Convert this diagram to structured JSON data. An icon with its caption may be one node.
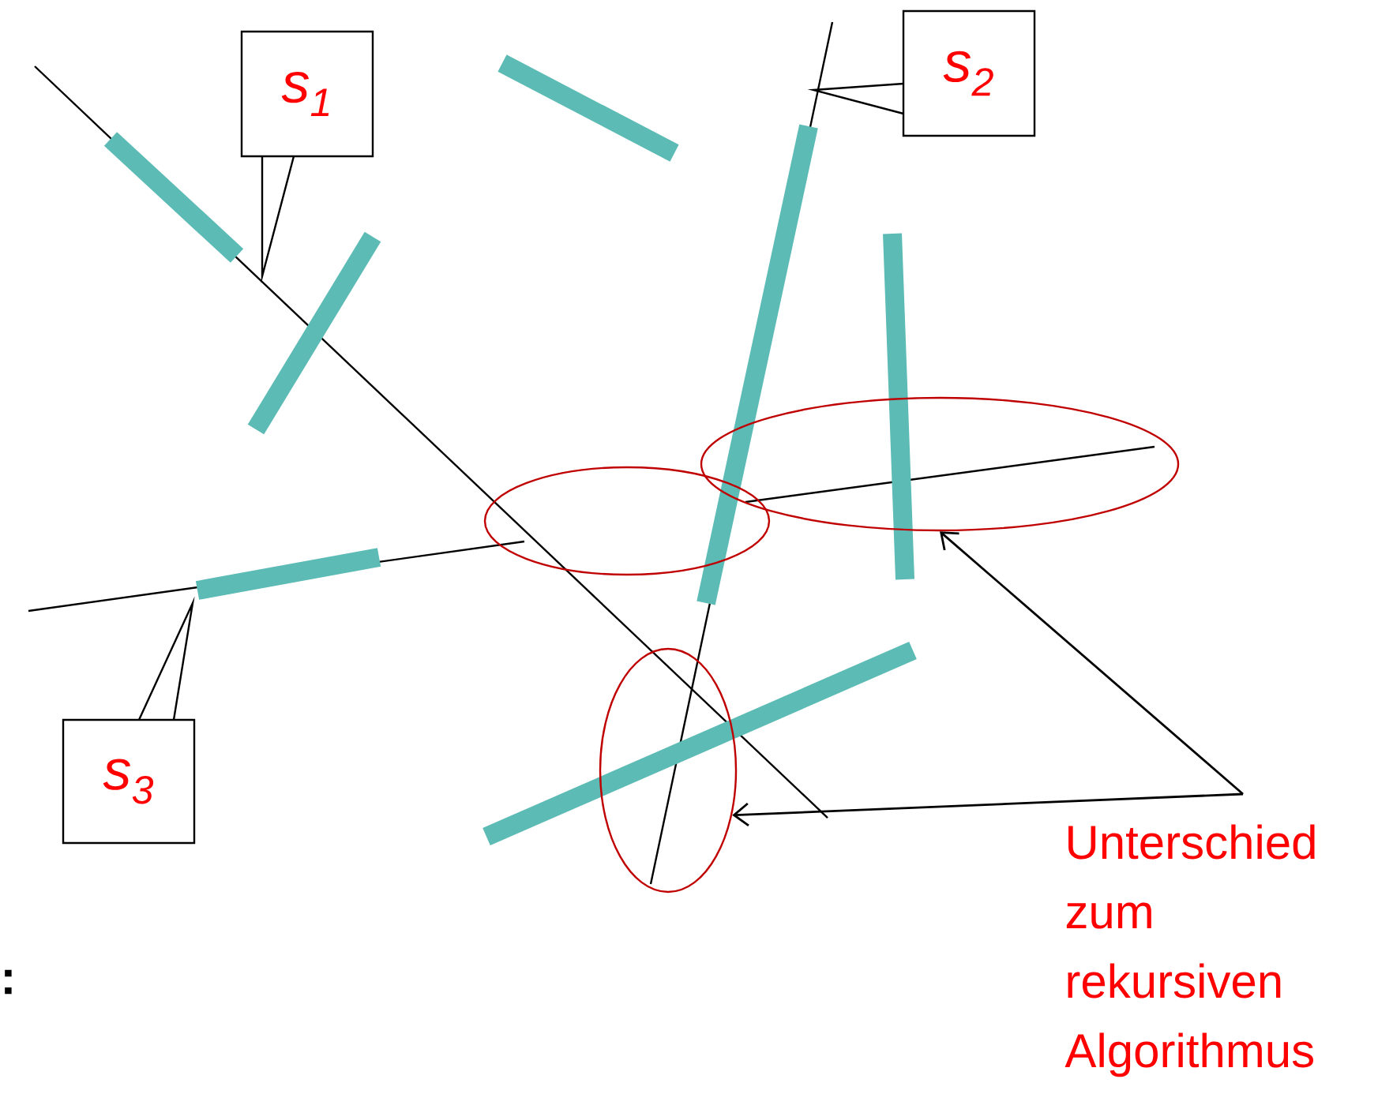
{
  "diagram": {
    "nodes": [
      {
        "text": [
          "s$_{1}$"
        ]
      },
      {
        "text": [
          "s$_{2}$"
        ]
      },
      {
        "text": [
          "s$_{3}$"
        ]
      },
      {
        "text": [
          "Unterschied zum rekursiven Algorithmus"
        ]
      },
      {
        "text": [],
        "shape": "ellipse"
      },
      {
        "text": [],
        "shape": "ellipse"
      },
      {
        "text": [],
        "shape": "ellipse"
      }
    ],
    "edges": [
      {
        "from": 3,
        "to": 6,
        "arrow": "to"
      },
      {
        "from": 3,
        "to": 5,
        "arrow": "to"
      }
    ],
    "labels": [
      ":"
    ]
  }
}
